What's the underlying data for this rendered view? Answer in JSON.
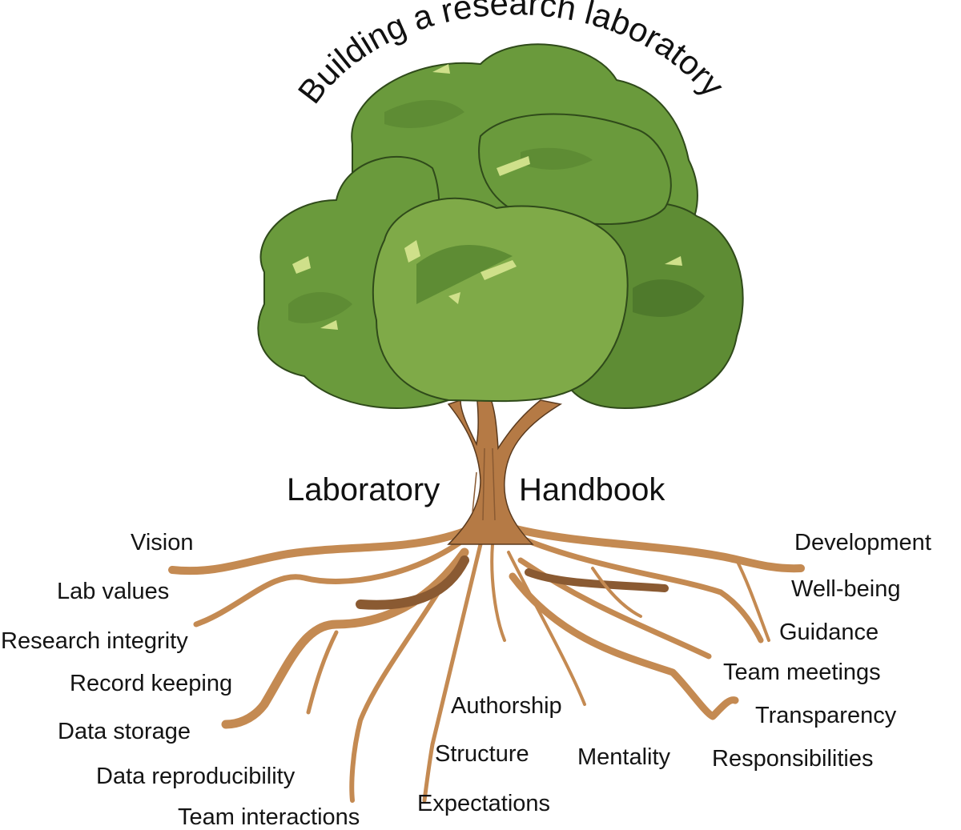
{
  "title": "Building a research laboratory",
  "trunk_labels": {
    "left": "Laboratory",
    "right": "Handbook"
  },
  "roots_left": [
    "Vision",
    "Lab values",
    "Research integrity",
    "Record keeping",
    "Data storage",
    "Data reproducibility",
    "Team interactions"
  ],
  "roots_center": [
    "Authorship",
    "Structure",
    "Expectations",
    "Mentality"
  ],
  "roots_right": [
    "Development",
    "Well-being",
    "Guidance",
    "Team meetings",
    "Transparency",
    "Responsibilities"
  ],
  "colors": {
    "foliage_dark": "#4f7a2c",
    "foliage_mid": "#6a9a3c",
    "foliage_light": "#8fb25a",
    "foliage_highlight": "#cfe08a",
    "outline": "#2f4a1a",
    "trunk": "#b57a45",
    "root": "#c48a52",
    "root_dark": "#8a5a32",
    "root_outline": "#5a3a1e"
  }
}
